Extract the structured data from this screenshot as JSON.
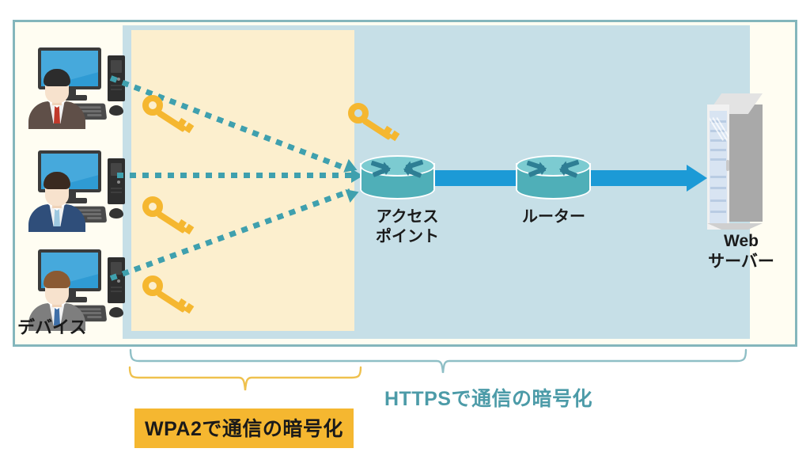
{
  "diagram": {
    "title": "Wi-Fi and HTTPS encryption path diagram",
    "colors": {
      "frame_border": "#84B6BC",
      "frame_fill": "#FFFDF2",
      "https_zone": "#C6DFE7",
      "wpa2_zone": "#FCEFCE",
      "key_amber": "#F5B730",
      "dotted_arrow_teal": "#3FA0AE",
      "solid_arrow_blue": "#1C9AD6",
      "node_teal": "#4FAFB8",
      "node_top_teal": "#7CCBD1",
      "https_label_text": "#4C9BA8",
      "wpa2_label_bg": "#F5B730",
      "server_gray": "#A9A9A9"
    }
  },
  "devices": {
    "group_label": "デバイス",
    "items": [
      {
        "id": "device-1",
        "suit_color": "#5F4F48",
        "tie_color": "#C0392B",
        "hair_color": "#2C2C2C"
      },
      {
        "id": "device-2",
        "suit_color": "#2F4E7A",
        "tie_color": "#9DC8E0",
        "hair_color": "#3A2A20"
      },
      {
        "id": "device-3",
        "suit_color": "#7E7E7E",
        "tie_color": "#3E6FA8",
        "hair_color": "#8A5A33"
      }
    ]
  },
  "nodes": {
    "access_point": {
      "label": "アクセス\nポイント",
      "label_line1": "アクセス",
      "label_line2": "ポイント"
    },
    "router": {
      "label": "ルーター"
    },
    "web_server": {
      "label_line1": "Web",
      "label_line2": "サーバー"
    }
  },
  "keys": {
    "icon_name": "key-icon",
    "count": 3,
    "meaning": "encryption key"
  },
  "brackets": {
    "wpa2": {
      "label": "WPA2で通信の暗号化",
      "span_from": "デバイス",
      "span_to": "アクセスポイント"
    },
    "https": {
      "label": "HTTPSで通信の暗号化",
      "span_from": "デバイス",
      "span_to": "Webサーバー"
    }
  }
}
